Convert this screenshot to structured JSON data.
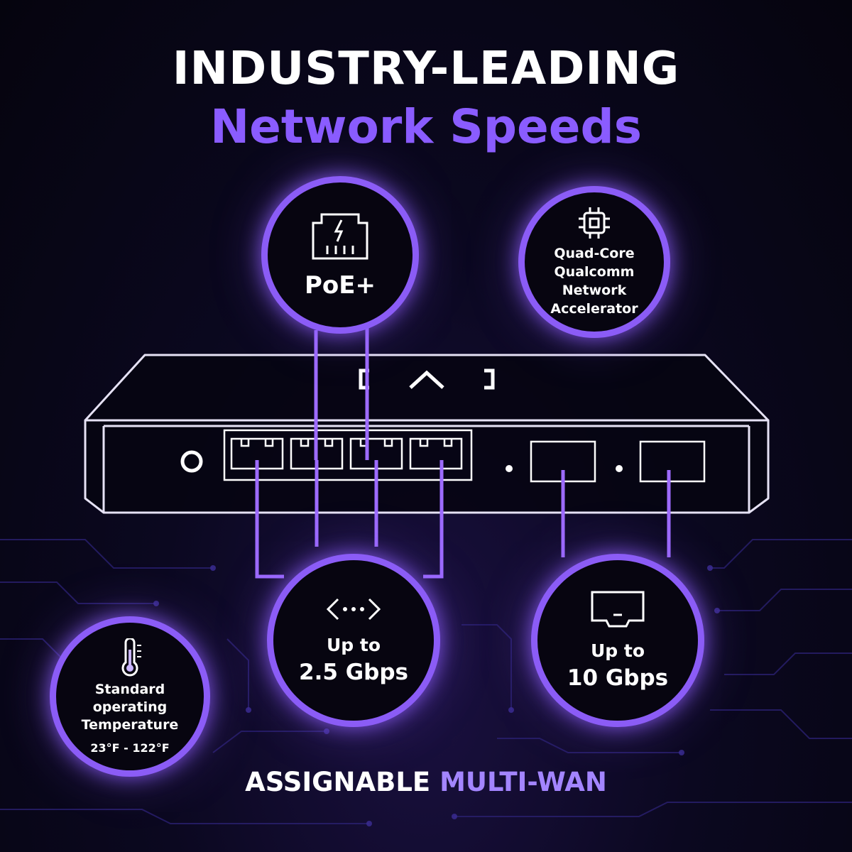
{
  "headline": {
    "line1": "INDUSTRY-LEADING",
    "line2": "Network Speeds"
  },
  "badges": {
    "poe": {
      "icon": "ethernet-power-icon",
      "label": "PoE+"
    },
    "cpu": {
      "icon": "chip-icon",
      "label_lines": [
        "Quad-Core",
        "Qualcomm",
        "Network",
        "Accelerator"
      ]
    },
    "speed_25": {
      "icon": "network-arrows-icon",
      "line1": "Up to",
      "line2": "2.5 Gbps"
    },
    "speed_10": {
      "icon": "sfp-port-icon",
      "line1": "Up to",
      "line2": "10 Gbps"
    },
    "temp": {
      "icon": "thermometer-icon",
      "label_lines": [
        "Standard",
        "operating",
        "Temperature"
      ],
      "range": "23°F - 122°F"
    }
  },
  "footer": {
    "part1": "ASSIGNABLE",
    "part2": "MULTI-WAN"
  },
  "colors": {
    "accent": "#8b5cf6",
    "background": "#0b0820",
    "text": "#ffffff"
  }
}
